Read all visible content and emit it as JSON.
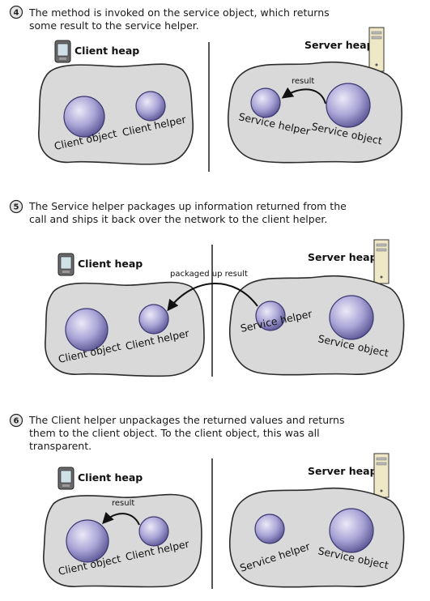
{
  "steps": [
    {
      "number": "4",
      "lines": [
        "The method is invoked on the service object, which returns",
        "some result to the service helper."
      ],
      "client_heap": "Client heap",
      "server_heap": "Server heap",
      "objects": [
        "Client object",
        "Client helper",
        "Service helper",
        "Service object"
      ],
      "arrow_label": "result"
    },
    {
      "number": "5",
      "lines": [
        "The Service helper packages up information returned from the",
        "call and ships it back over the network to the client helper."
      ],
      "client_heap": "Client heap",
      "server_heap": "Server heap",
      "objects": [
        "Client object",
        "Client helper",
        "Service helper",
        "Service object"
      ],
      "arrow_label": "packaged up result"
    },
    {
      "number": "6",
      "lines": [
        "The Client helper unpackages the returned values and returns",
        "them to the client object. To the client object, this was all",
        "transparent."
      ],
      "client_heap": "Client heap",
      "server_heap": "Server heap",
      "objects": [
        "Client object",
        "Client helper",
        "Service helper",
        "Service object"
      ],
      "arrow_label": "result"
    }
  ],
  "colors": {
    "heap_fill": "#d9d9d9",
    "sphere_light": "#ece9f8",
    "sphere_mid": "#9f9ad0",
    "sphere_dark": "#4e4886",
    "server_tower": "#efe8c7"
  },
  "icons": [
    "pda-device-icon",
    "server-tower-icon"
  ]
}
